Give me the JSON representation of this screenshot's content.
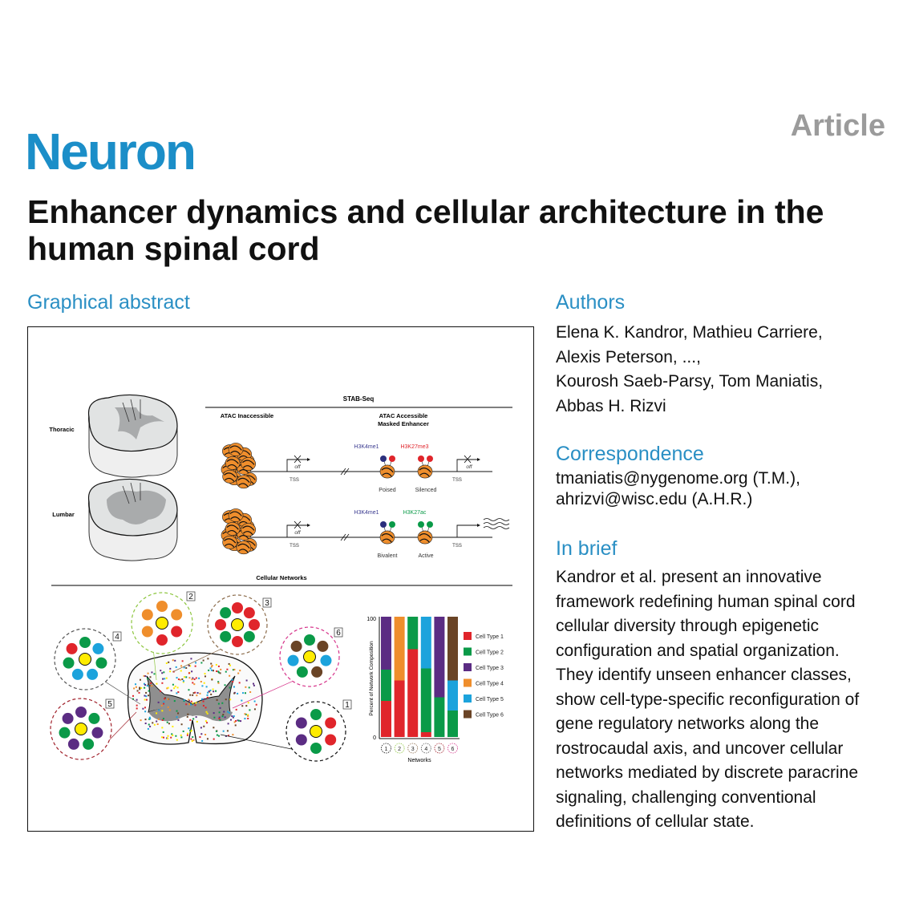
{
  "header": {
    "journal": "Neuron",
    "article_type": "Article"
  },
  "title": "Enhancer dynamics and cellular architecture in the human spinal cord",
  "graphical_abstract": {
    "heading": "Graphical abstract",
    "regions": {
      "thoracic": "Thoracic",
      "lumbar": "Lumbar"
    },
    "stab_seq": {
      "title": "STAB-Seq",
      "inaccessible": "ATAC Inaccessible",
      "accessible_1": "ATAC Accessible",
      "accessible_2": "Masked Enhancer",
      "off": "off",
      "tss": "TSS",
      "row1": {
        "mark_a": "H3K4me1",
        "mark_b": "H3K27me3",
        "state_a": "Poised",
        "state_b": "Silenced"
      },
      "row2": {
        "mark_a": "H3K4me1",
        "mark_b": "H3K27ac",
        "state_a": "Bivalent",
        "state_b": "Active"
      }
    },
    "cellular_networks": {
      "title": "Cellular Networks",
      "networks": [
        {
          "id": "1",
          "ring": "#111111",
          "cells": [
            "green",
            "red",
            "red",
            "green",
            "purple",
            "purple"
          ]
        },
        {
          "id": "2",
          "ring": "#8dc63f",
          "cells": [
            "orange",
            "orange",
            "red",
            "red",
            "orange",
            "orange"
          ]
        },
        {
          "id": "3",
          "ring": "#8b6b4a",
          "cells": [
            "red",
            "red",
            "red",
            "green",
            "red",
            "green",
            "red",
            "green"
          ]
        },
        {
          "id": "4",
          "ring": "#555555",
          "cells": [
            "green",
            "blue",
            "green",
            "blue",
            "blue",
            "green",
            "red"
          ]
        },
        {
          "id": "5",
          "ring": "#a0202a",
          "cells": [
            "purple",
            "green",
            "purple",
            "green",
            "purple",
            "green",
            "purple"
          ]
        },
        {
          "id": "6",
          "ring": "#d6338a",
          "cells": [
            "green",
            "brown",
            "blue",
            "brown",
            "green",
            "blue",
            "brown"
          ]
        }
      ]
    },
    "colors": {
      "red": "#e0252b",
      "green": "#0a9a48",
      "purple": "#5b2c83",
      "orange": "#ef8e2c",
      "blue": "#1ca3dc",
      "brown": "#6a4426",
      "yellow": "#ffec00"
    }
  },
  "chart_data": {
    "type": "bar",
    "stacked": true,
    "xlabel": "Networks",
    "ylabel": "Percent of Network Composition",
    "ylim": [
      0,
      100
    ],
    "ytick_labels": [
      "0",
      "100"
    ],
    "categories": [
      "1",
      "2",
      "3",
      "4",
      "5",
      "6"
    ],
    "series": [
      {
        "name": "Cell Type 1",
        "color": "#e0252b",
        "values": [
          30,
          47,
          73,
          4,
          0,
          0
        ]
      },
      {
        "name": "Cell Type 2",
        "color": "#0a9a48",
        "values": [
          26,
          0,
          27,
          53,
          33,
          22
        ]
      },
      {
        "name": "Cell Type 3",
        "color": "#5b2c83",
        "values": [
          44,
          0,
          0,
          0,
          67,
          0
        ]
      },
      {
        "name": "Cell Type 4",
        "color": "#ef8e2c",
        "values": [
          0,
          53,
          0,
          0,
          0,
          0
        ]
      },
      {
        "name": "Cell Type 5",
        "color": "#1ca3dc",
        "values": [
          0,
          0,
          0,
          43,
          0,
          25
        ]
      },
      {
        "name": "Cell Type 6",
        "color": "#6a4426",
        "values": [
          0,
          0,
          0,
          0,
          0,
          53
        ]
      }
    ],
    "legend": "right"
  },
  "authors": {
    "heading": "Authors",
    "lines": [
      "Elena K. Kandror, Mathieu Carriere,",
      "Alexis Peterson, ...,",
      "Kourosh Saeb-Parsy, Tom Maniatis,",
      "Abbas H. Rizvi"
    ]
  },
  "correspondence": {
    "heading": "Correspondence",
    "lines": [
      "tmaniatis@nygenome.org (T.M.),",
      "ahrizvi@wisc.edu (A.H.R.)"
    ]
  },
  "in_brief": {
    "heading": "In brief",
    "lines": [
      "Kandror et al. present an innovative",
      "framework redefining human spinal cord",
      "cellular diversity through epigenetic",
      "configuration and spatial organization.",
      "They identify unseen enhancer classes,",
      "show cell-type-specific reconfiguration of",
      "gene regulatory networks along the",
      "rostrocaudal axis, and uncover cellular",
      "networks mediated by discrete paracrine",
      "signaling, challenging conventional",
      "definitions of cellular state."
    ]
  }
}
